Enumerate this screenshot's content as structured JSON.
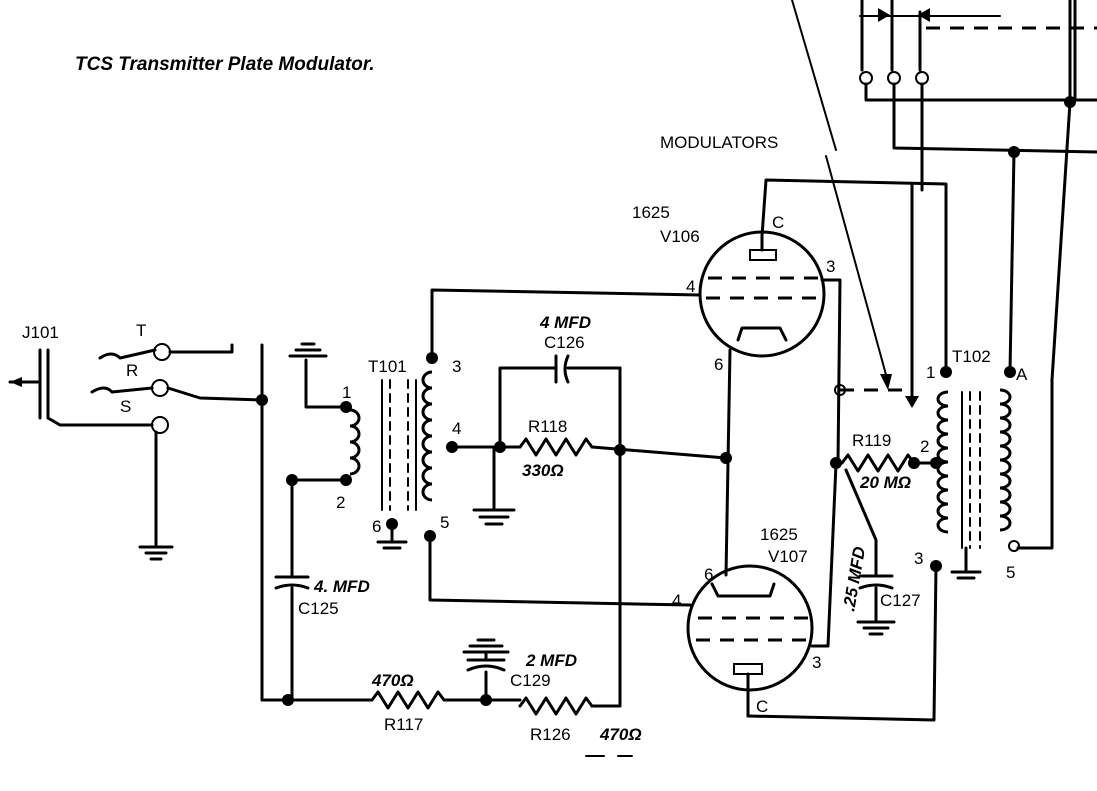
{
  "title": "TCS Transmitter Plate Modulator.",
  "section_label": "MODULATORS",
  "jack": {
    "ref": "J101",
    "contacts": [
      "T",
      "R",
      "S"
    ]
  },
  "transformer_input": {
    "ref": "T101",
    "pins": [
      "1",
      "2",
      "3",
      "4",
      "5",
      "6"
    ]
  },
  "transformer_output": {
    "ref": "T102",
    "pins": [
      "1",
      "2",
      "3",
      "A",
      "5"
    ]
  },
  "tube_upper": {
    "type": "1625",
    "ref": "V106",
    "pins": {
      "plate": "C",
      "grid": "4",
      "screen": "3",
      "cathode": "6"
    }
  },
  "tube_lower": {
    "type": "1625",
    "ref": "V107",
    "pins": {
      "plate": "C",
      "grid": "4",
      "screen": "3",
      "cathode": "6"
    }
  },
  "capacitors": {
    "c126": {
      "ref": "C126",
      "value": "4 MFD"
    },
    "c125": {
      "ref": "C125",
      "value": "4. MFD"
    },
    "c129": {
      "ref": "C129",
      "value": "2 MFD"
    },
    "c127": {
      "ref": "C127",
      "value": ".25 MFD"
    }
  },
  "resistors": {
    "r118": {
      "ref": "R118",
      "value": "330Ω"
    },
    "r119": {
      "ref": "R119",
      "value": "20 MΩ"
    },
    "r117": {
      "ref": "R117",
      "value": "470Ω"
    },
    "r126": {
      "ref": "R126",
      "value": "470Ω"
    }
  }
}
